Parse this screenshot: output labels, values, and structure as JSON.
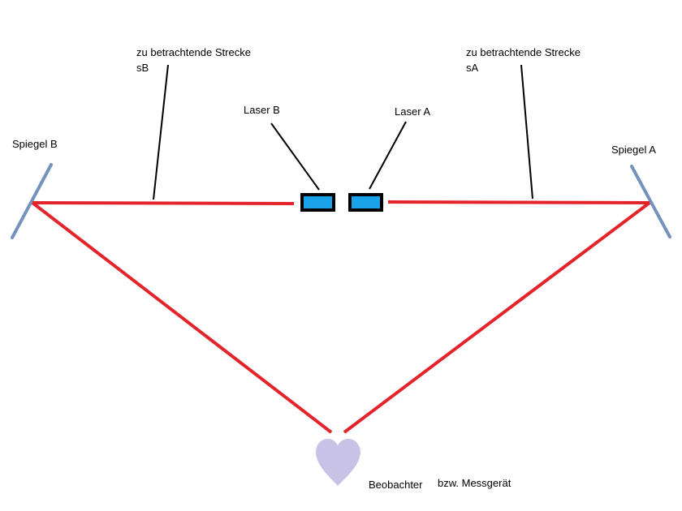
{
  "labels": {
    "mirror_b": "Spiegel B",
    "mirror_a": "Spiegel A",
    "laser_b": "Laser B",
    "laser_a": "Laser A",
    "segment_b_line1": "zu betrachtende Strecke",
    "segment_b_line2": "sB",
    "segment_a_line1": "zu betrachtende Strecke",
    "segment_a_line2": "sA",
    "observer": "Beobachter",
    "device": "bzw. Messgerät"
  },
  "colors": {
    "beam": "#e3242b",
    "mirror": "#7393bc",
    "laser_body": "#1aa3e8",
    "laser_border": "#000000",
    "observer": "#c8c3e6",
    "pointer": "#000000",
    "text": "#000000",
    "background": "#ffffff"
  },
  "icons": {
    "observer": "heart-icon"
  }
}
